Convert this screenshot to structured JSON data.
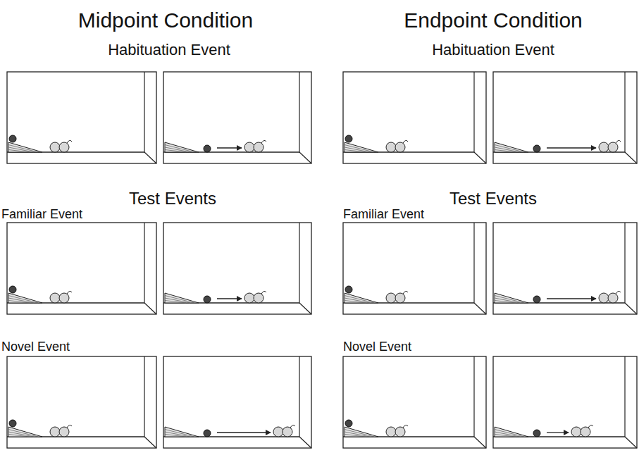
{
  "diagram": {
    "labels": [
      "Midpoint Condition",
      "Habituation Event",
      "Test Events",
      "Familiar Event",
      "Novel Event",
      "Endpoint Condition",
      "Habituation Event",
      "Test Events",
      "Familiar Event",
      "Novel Event"
    ]
  }
}
